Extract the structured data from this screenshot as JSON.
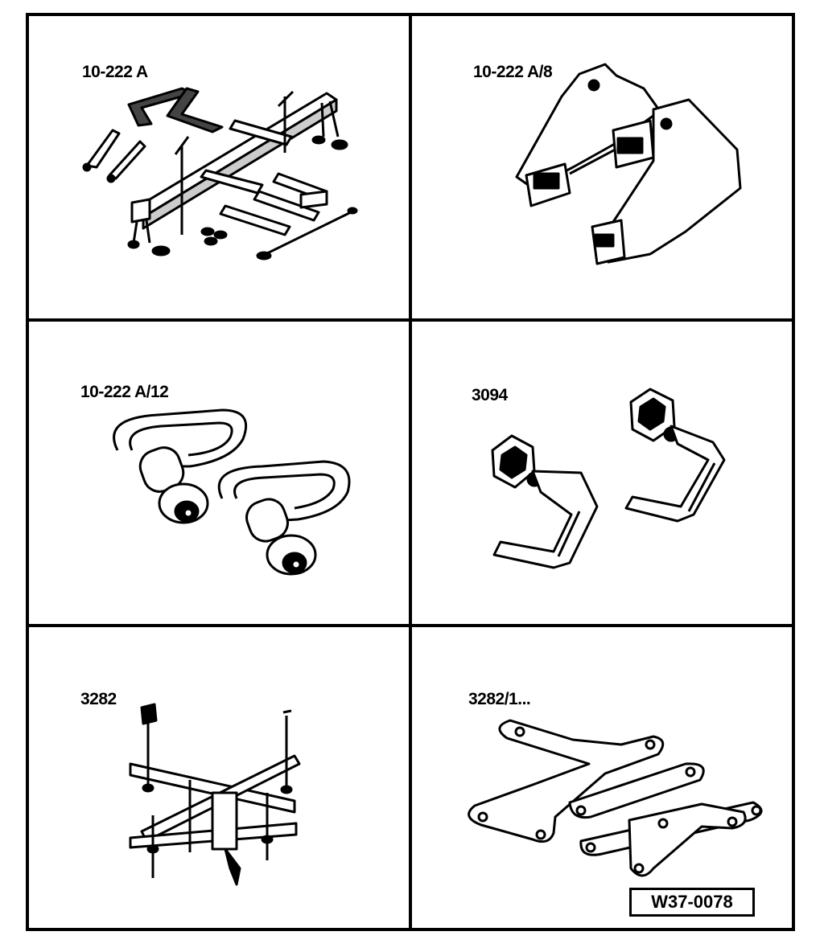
{
  "panels": [
    {
      "label": "10-222 A"
    },
    {
      "label": "10-222 A/8"
    },
    {
      "label": "10-222 A/12"
    },
    {
      "label": "3094"
    },
    {
      "label": "3282"
    },
    {
      "label": "3282/1..."
    }
  ],
  "figure_ref": "W37-0078"
}
